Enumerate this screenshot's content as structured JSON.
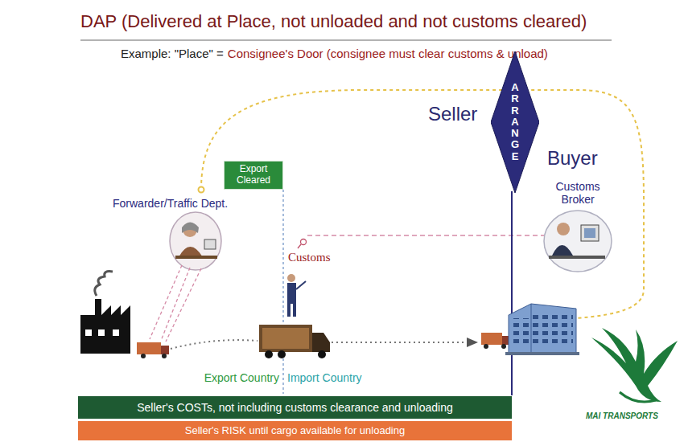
{
  "diagram": {
    "title": "DAP (Delivered at Place, not unloaded and not customs cleared)",
    "nodes": [
      {
        "text": [
          "Export Cleared"
        ]
      },
      {
        "text": [
          "ARRANGE"
        ]
      },
      {
        "text": [
          "Seller's COSTs, not including customs clearance and unloading"
        ]
      },
      {
        "text": [
          "Seller's RISK until cargo available for unloading"
        ]
      }
    ],
    "labels": [
      "Example: \"Place\" =",
      "Consignee's Door (consignee must clear customs & unload)",
      "Seller",
      "Buyer",
      "Forwarder/Traffic Dept.",
      "Customs Broker",
      "Customs",
      "Export Country",
      "Import Country",
      "MAI TRANSPORTS"
    ]
  }
}
